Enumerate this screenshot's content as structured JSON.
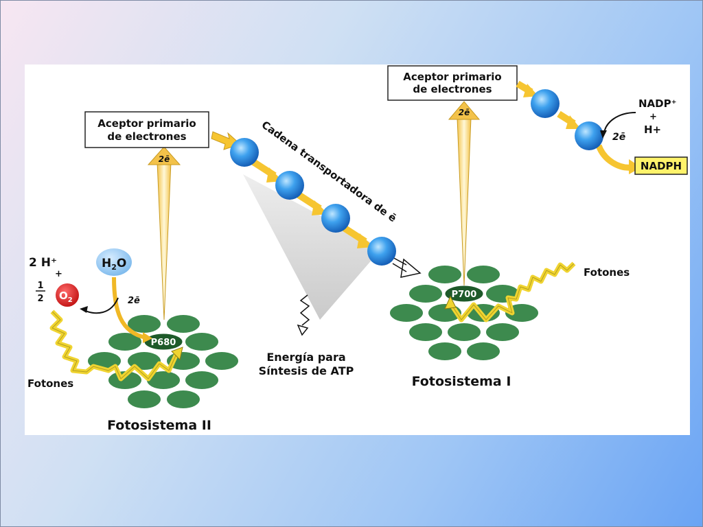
{
  "acceptor_left": {
    "line1": "Aceptor primario",
    "line2": "de electrones"
  },
  "acceptor_right": {
    "line1": "Aceptor primario",
    "line2": "de electrones"
  },
  "chain_label": "Cadena transportadora de ē",
  "two_e": "2ē",
  "h2o": {
    "h": "H",
    "sub": "2",
    "o": "O"
  },
  "o2": {
    "o": "O",
    "sub": "2"
  },
  "two_h_plus": "2 H⁺",
  "plus": "+",
  "half_num": "1",
  "half_den": "2",
  "p680": "P680",
  "p700": "P700",
  "fotones": "Fotones",
  "fotosistema_ii": "Fotosistema II",
  "fotosistema_i": "Fotosistema I",
  "energia": {
    "line1": "Energía para",
    "line2": "Síntesis de ATP"
  },
  "nadp_plus": "NADP⁺",
  "h_plus": "H+",
  "nadph": "NADPH",
  "colors": {
    "disk": "#3d8a4e",
    "carrier": "#2f8ddf",
    "arrow": "#f6c531",
    "photon": "#e7cf2a",
    "o2": "#e02020",
    "h2o": "#8ec4ee",
    "nadph_box": "#fff36b"
  }
}
